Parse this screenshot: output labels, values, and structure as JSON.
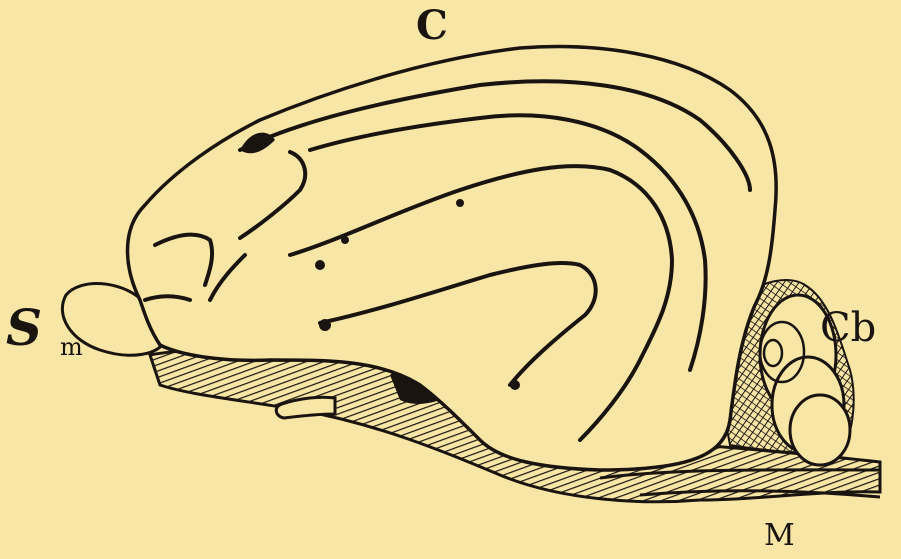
{
  "labels": {
    "cerebrum": "C",
    "smell_s": "S",
    "smell_m": "m",
    "cerebellum": "Cb",
    "medulla": "M"
  },
  "colors": {
    "background": "#f7e6a5",
    "ink": "#1a1410"
  }
}
